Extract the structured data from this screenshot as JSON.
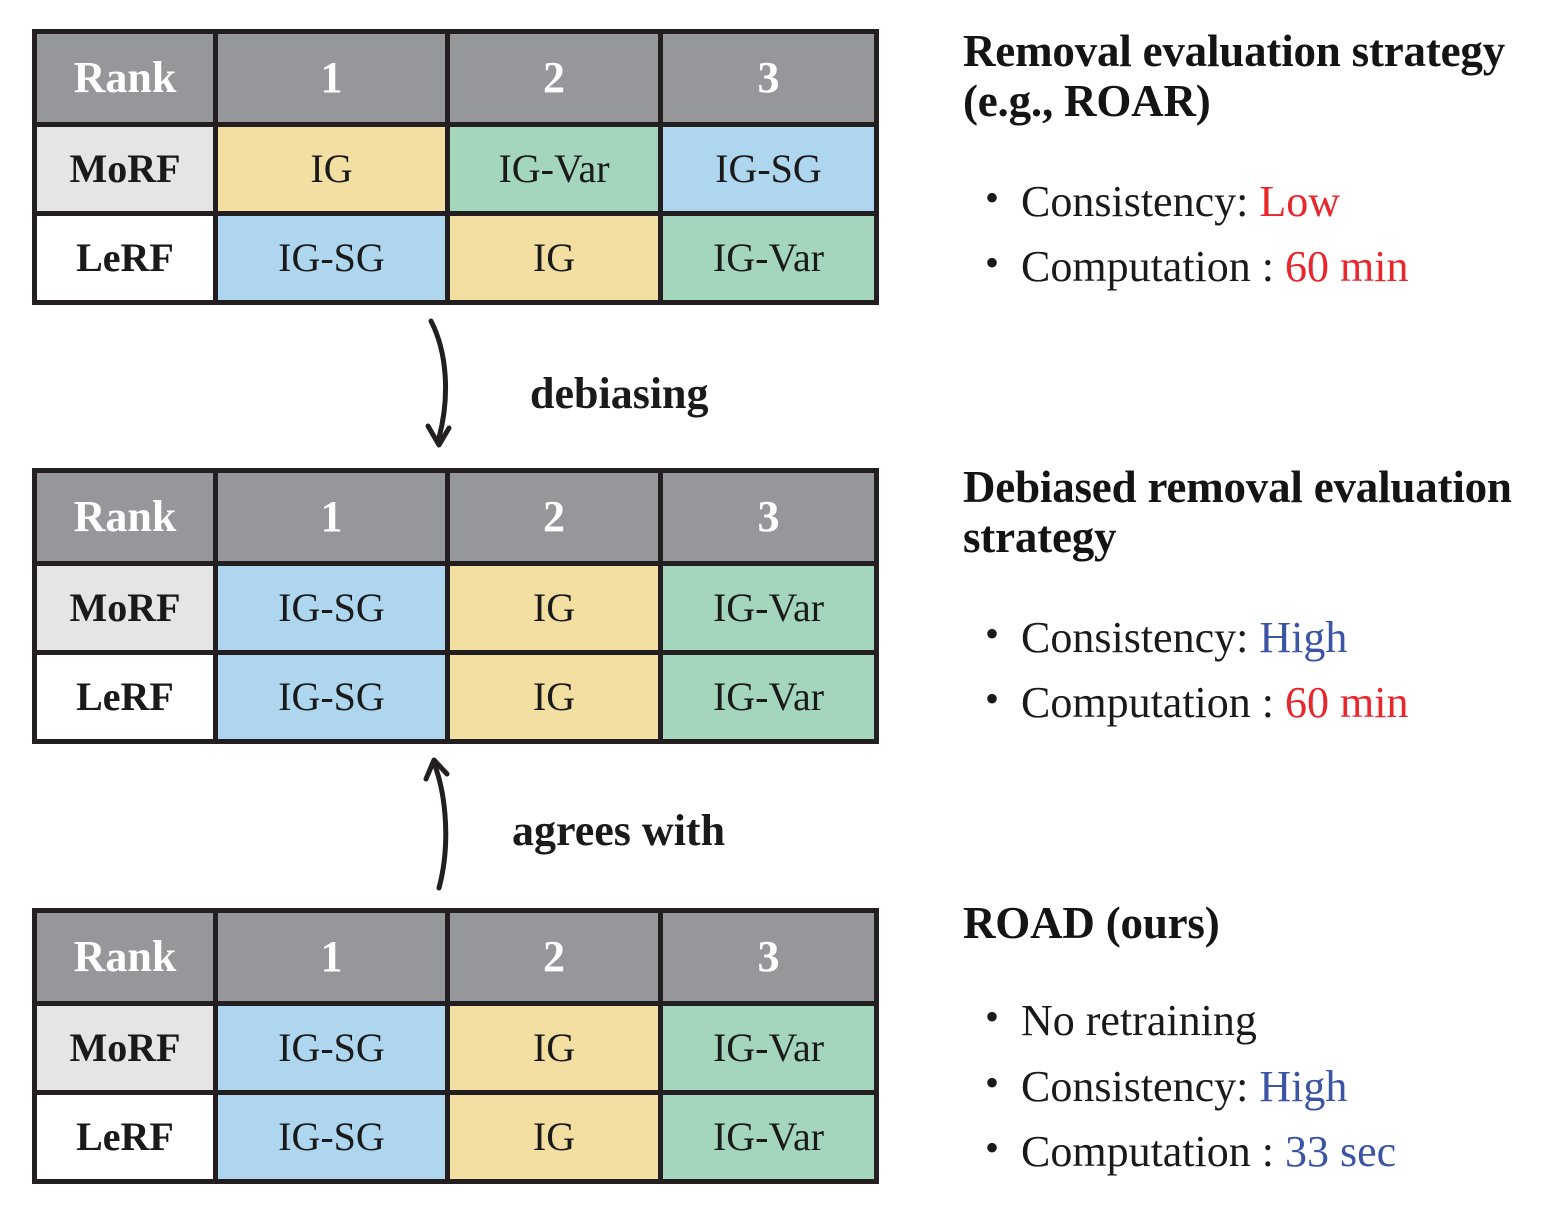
{
  "tables": [
    {
      "id": "top",
      "name": "ranking-table-roar",
      "header": [
        "Rank",
        "1",
        "2",
        "3"
      ],
      "rows": [
        {
          "label": "MoRF",
          "cells": [
            {
              "text": "IG",
              "color": "yellow"
            },
            {
              "text": "IG-Var",
              "color": "green"
            },
            {
              "text": "IG-SG",
              "color": "blue"
            }
          ]
        },
        {
          "label": "LeRF",
          "cells": [
            {
              "text": "IG-SG",
              "color": "blue"
            },
            {
              "text": "IG",
              "color": "yellow"
            },
            {
              "text": "IG-Var",
              "color": "green"
            }
          ]
        }
      ]
    },
    {
      "id": "middle",
      "name": "ranking-table-debiased",
      "header": [
        "Rank",
        "1",
        "2",
        "3"
      ],
      "rows": [
        {
          "label": "MoRF",
          "cells": [
            {
              "text": "IG-SG",
              "color": "blue"
            },
            {
              "text": "IG",
              "color": "yellow"
            },
            {
              "text": "IG-Var",
              "color": "green"
            }
          ]
        },
        {
          "label": "LeRF",
          "cells": [
            {
              "text": "IG-SG",
              "color": "blue"
            },
            {
              "text": "IG",
              "color": "yellow"
            },
            {
              "text": "IG-Var",
              "color": "green"
            }
          ]
        }
      ]
    },
    {
      "id": "bottom",
      "name": "ranking-table-road",
      "header": [
        "Rank",
        "1",
        "2",
        "3"
      ],
      "rows": [
        {
          "label": "MoRF",
          "cells": [
            {
              "text": "IG-SG",
              "color": "blue"
            },
            {
              "text": "IG",
              "color": "yellow"
            },
            {
              "text": "IG-Var",
              "color": "green"
            }
          ]
        },
        {
          "label": "LeRF",
          "cells": [
            {
              "text": "IG-SG",
              "color": "blue"
            },
            {
              "text": "IG",
              "color": "yellow"
            },
            {
              "text": "IG-Var",
              "color": "green"
            }
          ]
        }
      ]
    }
  ],
  "arrows": {
    "debiasing": {
      "label": "debiasing",
      "direction": "down"
    },
    "agrees": {
      "label": "agrees with",
      "direction": "up"
    }
  },
  "panels": {
    "roar": {
      "title": "Removal evaluation strategy (e.g., ROAR)",
      "bullets": [
        {
          "label": "Consistency:",
          "value": "Low",
          "value_color": "red"
        },
        {
          "label": "Computation :",
          "value": "60 min",
          "value_color": "red"
        }
      ]
    },
    "debiased": {
      "title": "Debiased removal evaluation strategy",
      "bullets": [
        {
          "label": "Consistency:",
          "value": "High",
          "value_color": "blue"
        },
        {
          "label": "Computation :",
          "value": "60 min",
          "value_color": "red"
        }
      ]
    },
    "road": {
      "title": "ROAD (ours)",
      "bullets": [
        {
          "label": "No retraining",
          "value": "",
          "value_color": "none"
        },
        {
          "label": "Consistency:",
          "value": "High",
          "value_color": "blue"
        },
        {
          "label": "Computation :",
          "value": "33 sec",
          "value_color": "blue"
        }
      ]
    }
  },
  "colors": {
    "yellow": "#f3dfa2",
    "green": "#a4d6be",
    "blue": "#aed6ef",
    "header_gray": "#95979a",
    "row_label_gray": "#e5e5e5",
    "accent_red": "#e8262c",
    "accent_blue": "#3b55a4",
    "border": "#231f20"
  }
}
